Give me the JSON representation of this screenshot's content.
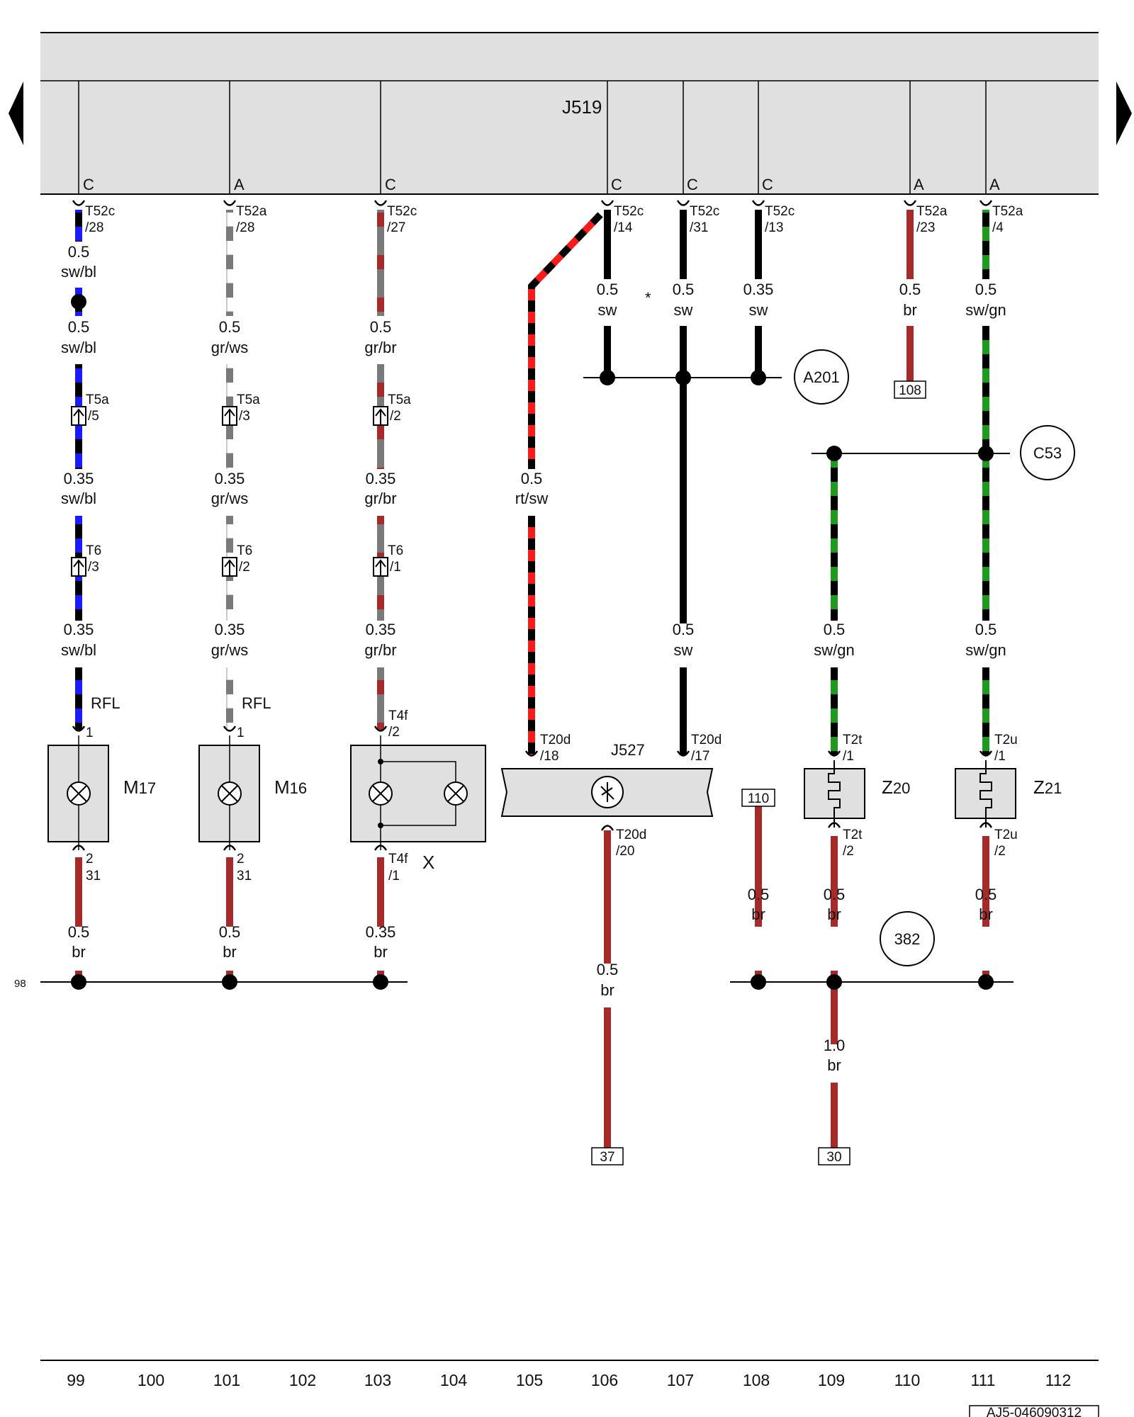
{
  "module": {
    "name": "J519",
    "pins": [
      {
        "letter": "C",
        "conn": "T52c",
        "pin": "/28"
      },
      {
        "letter": "A",
        "conn": "T52a",
        "pin": "/28"
      },
      {
        "letter": "C",
        "conn": "T52c",
        "pin": "/27"
      },
      {
        "letter": "C",
        "conn": "T52c",
        "pin": "/14"
      },
      {
        "letter": "C",
        "conn": "T52c",
        "pin": "/31"
      },
      {
        "letter": "C",
        "conn": "T52c",
        "pin": "/13"
      },
      {
        "letter": "A",
        "conn": "T52a",
        "pin": "/23"
      },
      {
        "letter": "A",
        "conn": "T52a",
        "pin": "/4"
      }
    ]
  },
  "wires": [
    {
      "size": "0.5",
      "color": "sw/bl"
    },
    {
      "size": "0.5",
      "color": "sw/bl"
    },
    {
      "size": "0.35",
      "color": "sw/bl"
    },
    {
      "size": "0.35",
      "color": "sw/bl"
    },
    {
      "size": "0.5",
      "color": "br"
    },
    {
      "size": "0.5",
      "color": "gr/ws"
    },
    {
      "size": "0.35",
      "color": "gr/ws"
    },
    {
      "size": "0.35",
      "color": "gr/ws"
    },
    {
      "size": "0.5",
      "color": "br"
    },
    {
      "size": "0.5",
      "color": "gr/br"
    },
    {
      "size": "0.35",
      "color": "gr/br"
    },
    {
      "size": "0.35",
      "color": "gr/br"
    },
    {
      "size": "0.35",
      "color": "br"
    },
    {
      "size": "0.5",
      "color": "rt/sw"
    },
    {
      "size": "0.5",
      "color": "sw"
    },
    {
      "size": "0.5",
      "color": "br"
    },
    {
      "size": "0.5",
      "color": "sw"
    },
    {
      "size": "0.5",
      "color": "sw"
    },
    {
      "size": "0.35",
      "color": "sw"
    },
    {
      "size": "0.5",
      "color": "br"
    },
    {
      "size": "0.5",
      "color": "br"
    },
    {
      "size": "0.5",
      "color": "sw/gn"
    },
    {
      "size": "0.5",
      "color": "sw/gn"
    },
    {
      "size": "0.5",
      "color": "br"
    },
    {
      "size": "1.0",
      "color": "br"
    },
    {
      "size": "0.5",
      "color": "sw/gn"
    },
    {
      "size": "0.5",
      "color": "br"
    }
  ],
  "connectors": [
    {
      "conn": "T5a",
      "pin": "/5"
    },
    {
      "conn": "T5a",
      "pin": "/3"
    },
    {
      "conn": "T5a",
      "pin": "/2"
    },
    {
      "conn": "T6",
      "pin": "/3"
    },
    {
      "conn": "T6",
      "pin": "/2"
    },
    {
      "conn": "T6",
      "pin": "/1"
    },
    {
      "conn": "RFL",
      "pin": "1"
    },
    {
      "conn": "RFL",
      "pin": "1"
    },
    {
      "conn": "T4f",
      "pin": "/2"
    },
    {
      "conn": "2",
      "pin": "31"
    },
    {
      "conn": "2",
      "pin": "31"
    },
    {
      "conn": "T4f",
      "pin": "/1"
    },
    {
      "conn": "T20d",
      "pin": "/18"
    },
    {
      "conn": "T20d",
      "pin": "/17"
    },
    {
      "conn": "T20d",
      "pin": "/20"
    },
    {
      "conn": "T2t",
      "pin": "/1"
    },
    {
      "conn": "T2t",
      "pin": "/2"
    },
    {
      "conn": "T2u",
      "pin": "/1"
    },
    {
      "conn": "T2u",
      "pin": "/2"
    }
  ],
  "components": {
    "m17": {
      "letter": "M",
      "sub": "17"
    },
    "m16": {
      "letter": "M",
      "sub": "16"
    },
    "x": "X",
    "j527": "J527",
    "z20": {
      "letter": "Z",
      "sub": "20"
    },
    "z21": {
      "letter": "Z",
      "sub": "21"
    }
  },
  "ground_points": [
    "A201",
    "C53",
    "382"
  ],
  "references": [
    "108",
    "110",
    "37",
    "30"
  ],
  "ground_ref": "98",
  "asterisk": "*",
  "columns": [
    "99",
    "100",
    "101",
    "102",
    "103",
    "104",
    "105",
    "106",
    "107",
    "108",
    "109",
    "110",
    "111",
    "112"
  ],
  "doc_id": "AJ5-046090312",
  "wire_colors": {
    "sw": "#000000",
    "bl": "#1a1aff",
    "gr": "#7a7a7a",
    "ws": "#ffffff",
    "br": "#a52a2a",
    "rt": "#ff1a1a",
    "gn": "#1f9a1f",
    "module_fill": "#e0e0e0"
  }
}
